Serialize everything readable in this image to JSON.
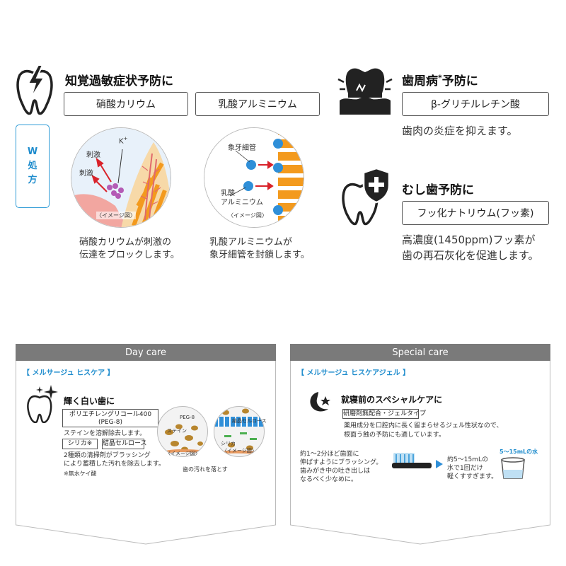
{
  "sensitivity": {
    "title": "知覚過敏症状予防に",
    "badge_line1": "W",
    "badge_line2": "処",
    "badge_line3": "方",
    "ingredient1": "硝酸カリウム",
    "ingredient2": "乳酸アルミニウム",
    "diagram1": {
      "k_label": "K",
      "k_sup": "+",
      "stim1": "刺激",
      "stim2": "刺激",
      "caption": "〈イメージ図〉"
    },
    "diagram2": {
      "tubule_label": "象牙細管",
      "al_label1": "乳酸",
      "al_label2": "アルミニウム",
      "caption": "〈イメージ図〉"
    },
    "desc1_line1": "硝酸カリウムが刺激の",
    "desc1_line2": "伝達をブロックします。",
    "desc2_line1": "乳酸アルミニウムが",
    "desc2_line2": "象牙細管を封鎖します。"
  },
  "periodontal": {
    "title_pre": "歯周病",
    "title_sup": "*",
    "title_post": "予防に",
    "ingredient": "β-グリチルレチン酸",
    "desc": "歯肉の炎症を抑えます。"
  },
  "cavity": {
    "title": "むし歯予防に",
    "ingredient": "フッ化ナトリウム(フッ素)",
    "desc_line1": "高濃度(1450ppm)フッ素が",
    "desc_line2": "歯の再石灰化を促進します。"
  },
  "day_care": {
    "header": "Day care",
    "product": "【 メルサージュ ヒスケア 】",
    "title": "輝く白い歯に",
    "peg_line1": "ポリエチレングリコール400",
    "peg_line2": "(PEG-8)",
    "peg_desc": "ステインを溶解除去します。",
    "silica": "シリカ※",
    "cellulose": "結晶セルロース",
    "abrasive_line1": "2種類の清掃剤がブラッシング",
    "abrasive_line2": "により蓄積した汚れを除去します。",
    "note": "※無水ケイ酸",
    "circle1_peg": "PEG-8",
    "circle1_stain": "ステイン",
    "circle1_caption": "〈イメージ図〉",
    "circle2_cellulose": "結晶セルロース",
    "circle2_silica": "シリカ",
    "circle2_caption": "〈イメージ図〉",
    "bottom_caption": "歯の汚れを落とす"
  },
  "special_care": {
    "header": "Special care",
    "product": "【 メルサージュ ヒスケアジェル 】",
    "title": "就寝前のスペシャルケアに",
    "tag": "研磨剤無配合・ジェルタイプ",
    "desc_line1": "薬用成分を口腔内に長く留まらせるジェル性状なので、",
    "desc_line2": "根面う蝕の予防にも適しています。",
    "step1_line1": "約1〜2分ほど歯面に",
    "step1_line2": "伸ばすようにブラッシング。",
    "step1_line3": "歯みがき中の吐き出しは",
    "step1_line4": "なるべく少なめに。",
    "step2_line1": "約5〜15mLの",
    "step2_line2": "水で1回だけ",
    "step2_line3": "軽くすすぎます。",
    "water_label": "5〜15mLの水"
  },
  "colors": {
    "accent_blue": "#1e8ccd",
    "header_gray": "#7a7a7a",
    "tooth_orange": "#f39a1e",
    "stimulus_red": "#d9222a"
  }
}
